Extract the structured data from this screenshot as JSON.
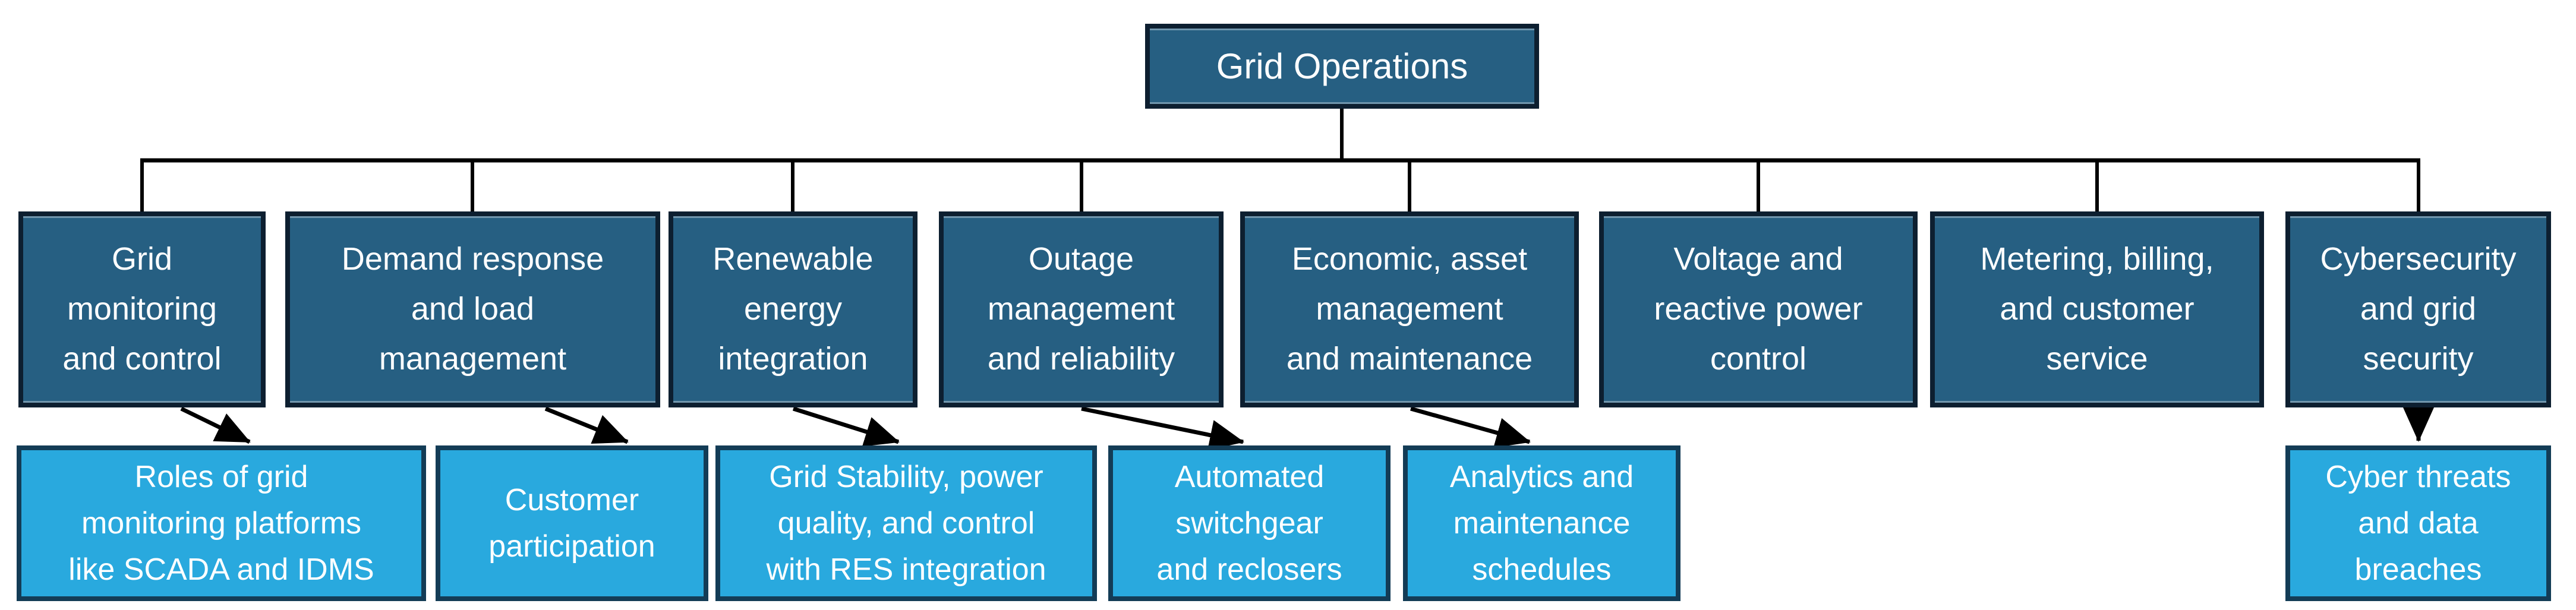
{
  "diagram": {
    "root": {
      "label": "Grid Operations"
    },
    "level2": [
      {
        "id": "grid-monitoring-and-control",
        "label": "Grid\nmonitoring\nand control"
      },
      {
        "id": "demand-response-and-load-management",
        "label": "Demand response\nand load\nmanagement"
      },
      {
        "id": "renewable-energy-integration",
        "label": "Renewable\nenergy\nintegration"
      },
      {
        "id": "outage-management-and-reliability",
        "label": "Outage\nmanagement\nand reliability"
      },
      {
        "id": "economic-asset-management-maintenance",
        "label": "Economic, asset\nmanagement\nand maintenance"
      },
      {
        "id": "voltage-and-reactive-power-control",
        "label": "Voltage and\nreactive power\ncontrol"
      },
      {
        "id": "metering-billing-and-customer-service",
        "label": "Metering, billing,\nand customer\nservice"
      },
      {
        "id": "cybersecurity-and-grid-security",
        "label": "Cybersecurity\nand grid\nsecurity"
      }
    ],
    "level3": [
      {
        "parent": "grid-monitoring-and-control",
        "label": "Roles of grid\nmonitoring platforms\nlike SCADA and IDMS"
      },
      {
        "parent": "demand-response-and-load-management",
        "label": "Customer\nparticipation"
      },
      {
        "parent": "renewable-energy-integration",
        "label": "Grid Stability, power\nquality, and control\nwith RES integration"
      },
      {
        "parent": "outage-management-and-reliability",
        "label": "Automated\nswitchgear\nand reclosers"
      },
      {
        "parent": "economic-asset-management-maintenance",
        "label": "Analytics and\nmaintenance\nschedules"
      },
      {
        "parent": "cybersecurity-and-grid-security",
        "label": "Cyber threats\nand data\nbreaches"
      }
    ],
    "colors": {
      "level1_fill": "#265F82",
      "level1_border": "#0D1F30",
      "level2_fill": "#265F82",
      "level3_fill": "#29A9DE",
      "level3_border": "#133C56",
      "connector": "#000000",
      "text": "#FFFFFF"
    }
  }
}
